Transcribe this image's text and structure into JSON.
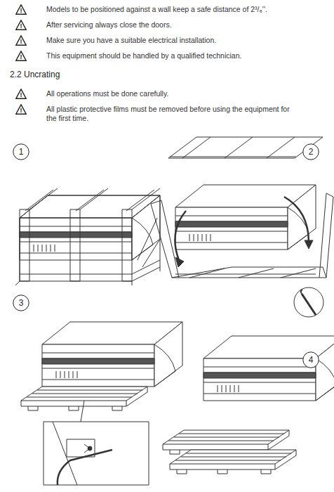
{
  "diagram": {
    "nodes": [
      {
        "text": [
          "!"
        ]
      },
      {
        "text": [
          "!"
        ]
      },
      {
        "text": [
          "!"
        ]
      },
      {
        "text": [
          "!"
        ]
      },
      {
        "text": [
          "!"
        ]
      },
      {
        "text": [
          "!"
        ]
      },
      {
        "text": [
          "1"
        ]
      },
      {
        "text": [
          "2"
        ]
      },
      {
        "text": [
          "3"
        ]
      },
      {
        "text": [
          "4"
        ]
      }
    ],
    "labels": [
      "Models to be positioned against a wall keep a safe distance of 2³/₈''.",
      "After servicing always close the doors.",
      "Make sure you have a suitable electrical installation.",
      "This equipment should be handled by a qualified technician.",
      "2.2 Uncrating",
      "All operations must be done carefully.",
      "All plastic protective films must be removed before using the equipment for the first time."
    ]
  }
}
